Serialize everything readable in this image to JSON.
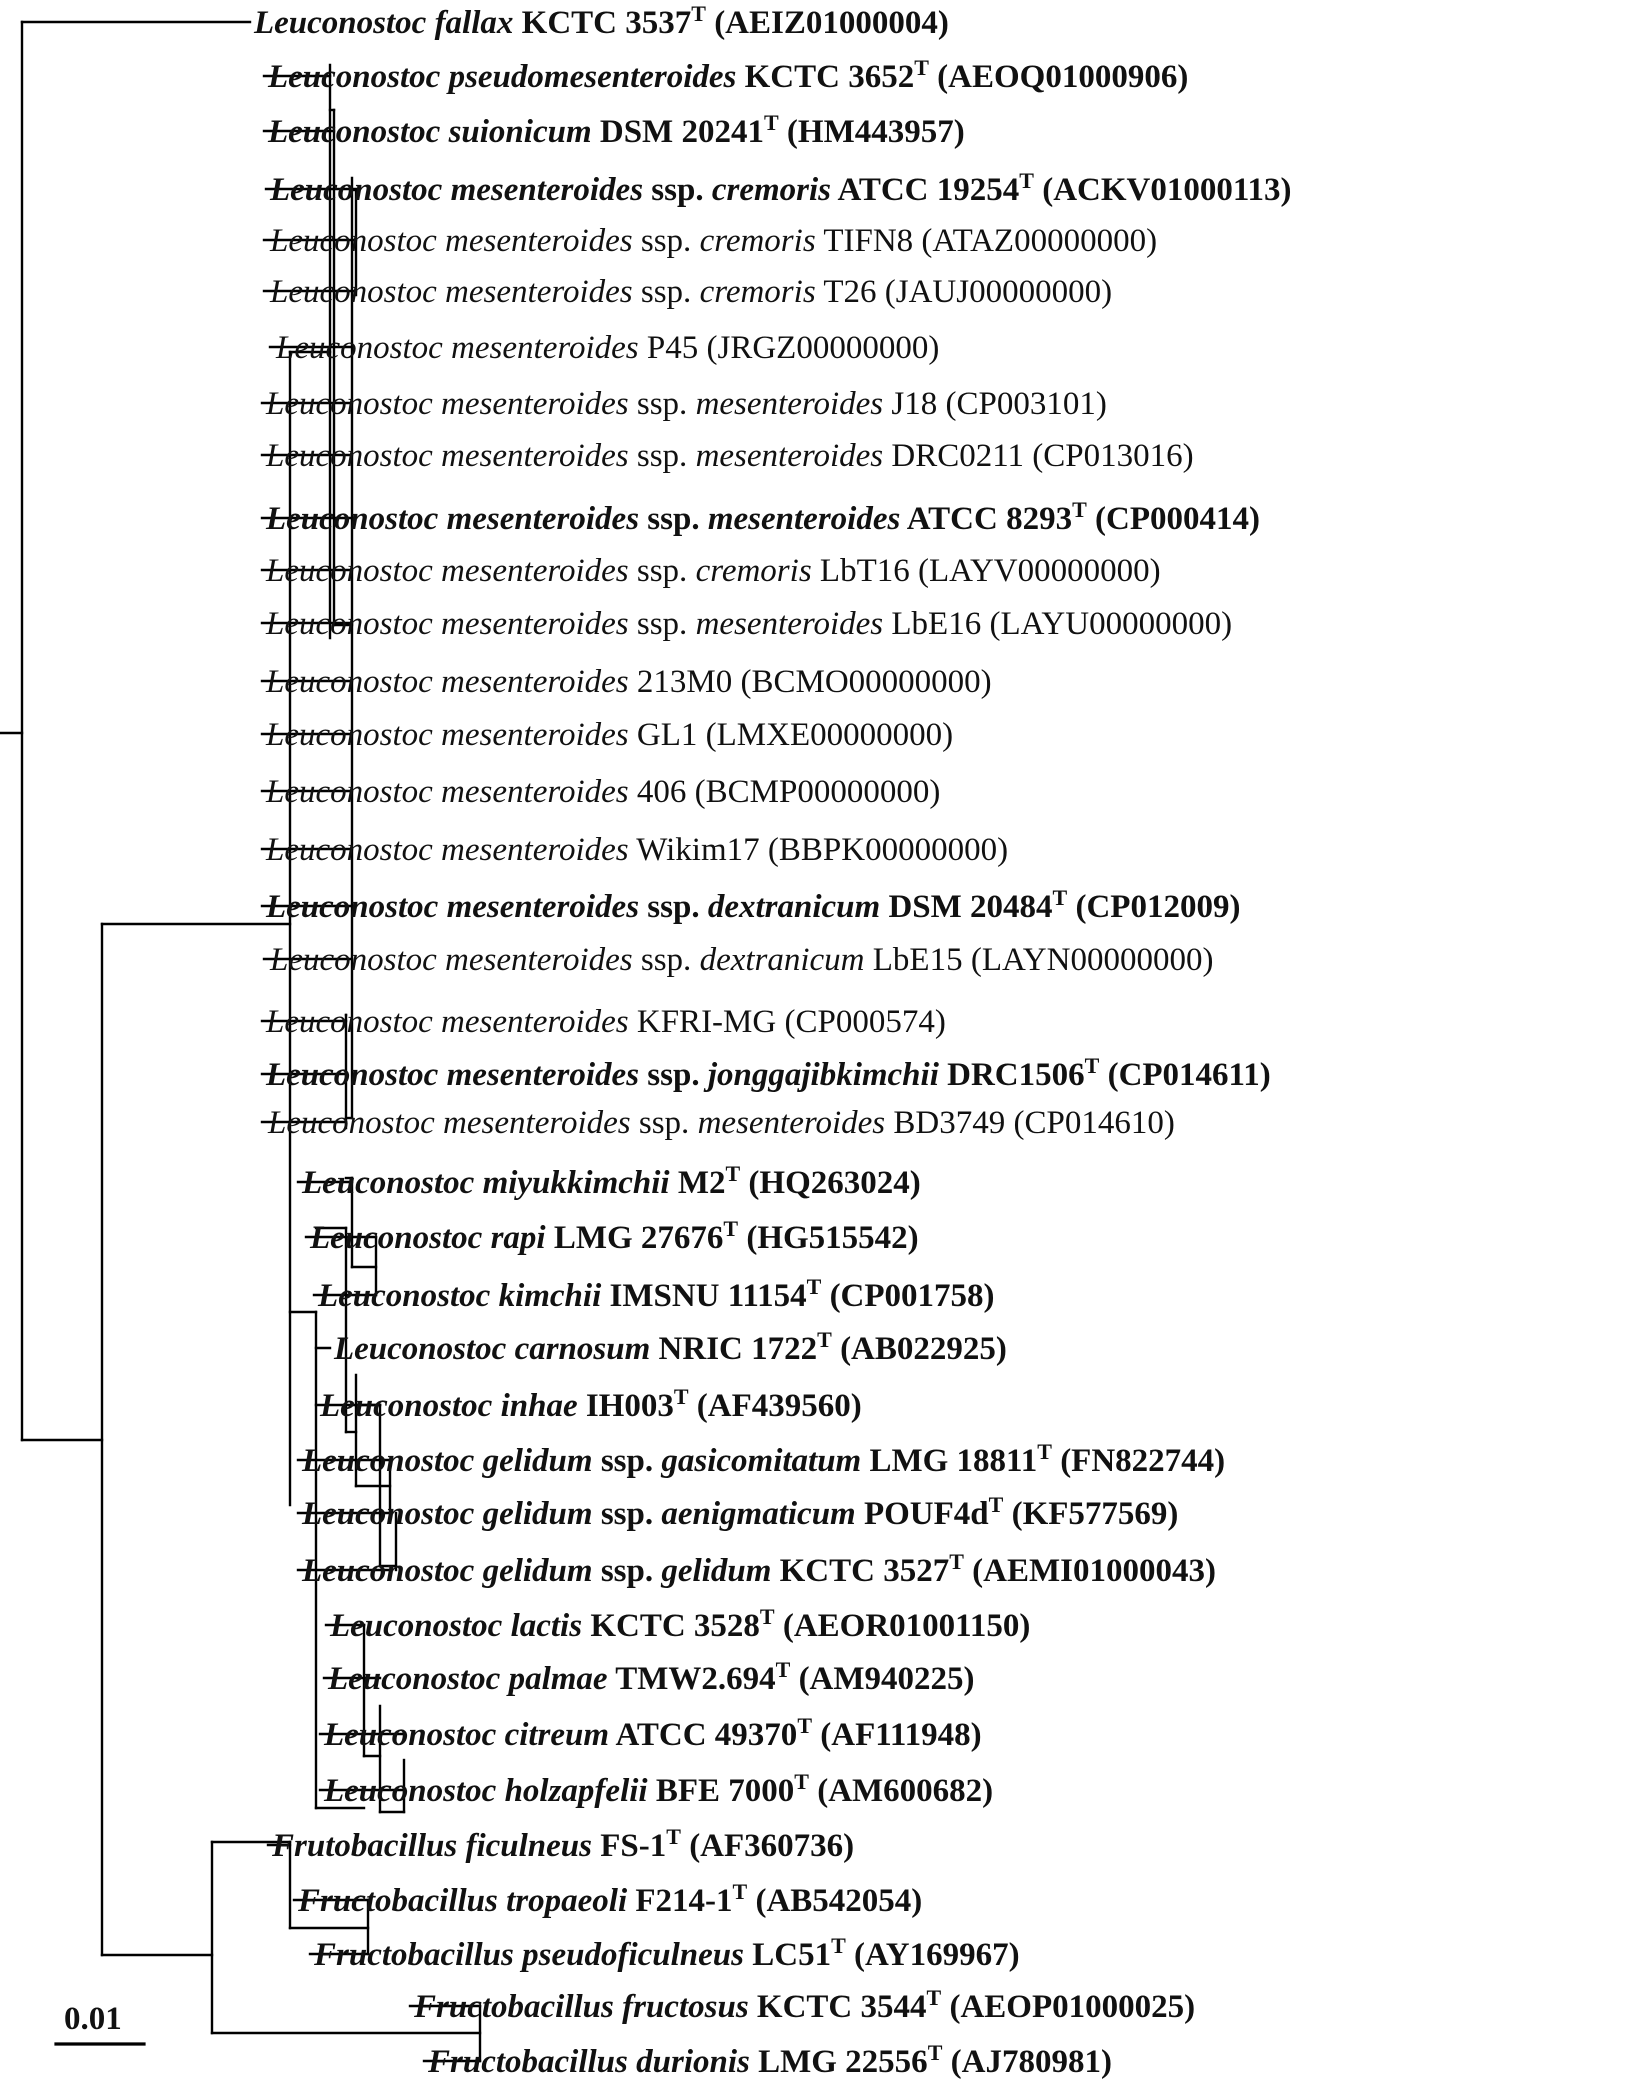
{
  "taxa": [
    {
      "name": "Leuconostoc fallax",
      "ssp": "",
      "strain": "KCTC 3537",
      "type": true,
      "acc": "(AEIZ01000004)"
    },
    {
      "name": "Leuconostoc pseudomesenteroides",
      "ssp": "",
      "strain": "KCTC 3652",
      "type": true,
      "acc": "(AEOQ01000906)"
    },
    {
      "name": "Leuconostoc suionicum",
      "ssp": "",
      "strain": "DSM 20241",
      "type": true,
      "acc": "(HM443957)"
    },
    {
      "name": "Leuconostoc mesenteroides",
      "ssp": "cremoris",
      "strain": "ATCC 19254",
      "type": true,
      "acc": "(ACKV01000113)"
    },
    {
      "name": "Leuconostoc mesenteroides",
      "ssp": "cremoris",
      "strain": "TIFN8",
      "type": false,
      "acc": "(ATAZ00000000)"
    },
    {
      "name": "Leuconostoc mesenteroides",
      "ssp": "cremoris",
      "strain": "T26",
      "type": false,
      "acc": "(JAUJ00000000)"
    },
    {
      "name": "Leuconostoc mesenteroides",
      "ssp": "",
      "strain": "P45",
      "type": false,
      "acc": "(JRGZ00000000)"
    },
    {
      "name": "Leuconostoc mesenteroides",
      "ssp": "mesenteroides",
      "strain": "J18",
      "type": false,
      "acc": "(CP003101)"
    },
    {
      "name": "Leuconostoc mesenteroides",
      "ssp": "mesenteroides",
      "strain": "DRC0211",
      "type": false,
      "acc": "(CP013016)"
    },
    {
      "name": "Leuconostoc mesenteroides",
      "ssp": "mesenteroides",
      "strain": "ATCC 8293",
      "type": true,
      "acc": "(CP000414)"
    },
    {
      "name": "Leuconostoc mesenteroides",
      "ssp": "cremoris",
      "strain": "LbT16",
      "type": false,
      "acc": "(LAYV00000000)"
    },
    {
      "name": "Leuconostoc mesenteroides",
      "ssp": "mesenteroides",
      "strain": "LbE16",
      "type": false,
      "acc": "(LAYU00000000)"
    },
    {
      "name": "Leuconostoc mesenteroides",
      "ssp": "",
      "strain": "213M0",
      "type": false,
      "acc": "(BCMO00000000)"
    },
    {
      "name": "Leuconostoc mesenteroides",
      "ssp": "",
      "strain": "GL1",
      "type": false,
      "acc": "(LMXE00000000)"
    },
    {
      "name": "Leuconostoc mesenteroides",
      "ssp": "",
      "strain": "406",
      "type": false,
      "acc": "(BCMP00000000)"
    },
    {
      "name": "Leuconostoc mesenteroides",
      "ssp": "",
      "strain": "Wikim17",
      "type": false,
      "acc": "(BBPK00000000)"
    },
    {
      "name": "Leuconostoc mesenteroides",
      "ssp": "dextranicum",
      "strain": "DSM 20484",
      "type": true,
      "acc": "(CP012009)"
    },
    {
      "name": "Leuconostoc mesenteroides",
      "ssp": "dextranicum",
      "strain": "LbE15",
      "type": false,
      "acc": "(LAYN00000000)"
    },
    {
      "name": "Leuconostoc mesenteroides",
      "ssp": "",
      "strain": "KFRI-MG",
      "type": false,
      "acc": "(CP000574)"
    },
    {
      "name": "Leuconostoc mesenteroides",
      "ssp": "jonggajibkimchii",
      "strain": "DRC1506",
      "type": true,
      "acc": "(CP014611)"
    },
    {
      "name": "Leuconostoc mesenteroides",
      "ssp": "mesenteroides",
      "strain": "BD3749",
      "type": false,
      "acc": "(CP014610)"
    },
    {
      "name": "Leuconostoc miyukkimchii",
      "ssp": "",
      "strain": "M2",
      "type": true,
      "acc": "(HQ263024)"
    },
    {
      "name": "Leuconostoc rapi",
      "ssp": "",
      "strain": "LMG 27676",
      "type": true,
      "acc": "(HG515542)"
    },
    {
      "name": "Leuconostoc kimchii",
      "ssp": "",
      "strain": "IMSNU 11154",
      "type": true,
      "acc": "(CP001758)"
    },
    {
      "name": "Leuconostoc carnosum",
      "ssp": "",
      "strain": "NRIC 1722",
      "type": true,
      "acc": "(AB022925)"
    },
    {
      "name": "Leuconostoc inhae",
      "ssp": "",
      "strain": "IH003",
      "type": true,
      "acc": "(AF439560)"
    },
    {
      "name": "Leuconostoc gelidum",
      "ssp": "gasicomitatum",
      "strain": "LMG 18811",
      "type": true,
      "acc": "(FN822744)"
    },
    {
      "name": "Leuconostoc gelidum",
      "ssp": "aenigmaticum",
      "strain": "POUF4d",
      "type": true,
      "acc": "(KF577569)"
    },
    {
      "name": "Leuconostoc gelidum",
      "ssp": "gelidum",
      "strain": "KCTC 3527",
      "type": true,
      "acc": "(AEMI01000043)"
    },
    {
      "name": "Leuconostoc lactis",
      "ssp": "",
      "strain": "KCTC 3528",
      "type": true,
      "acc": "(AEOR01001150)"
    },
    {
      "name": "Leuconostoc palmae",
      "ssp": "",
      "strain": "TMW2.694",
      "type": true,
      "acc": "(AM940225)"
    },
    {
      "name": "Leuconostoc citreum",
      "ssp": "",
      "strain": "ATCC 49370",
      "type": true,
      "acc": "(AF111948)"
    },
    {
      "name": "Leuconostoc holzapfelii",
      "ssp": "",
      "strain": "BFE 7000",
      "type": true,
      "acc": "(AM600682)"
    },
    {
      "name": "Frutobacillus ficulneus",
      "ssp": "",
      "strain": "FS-1",
      "type": true,
      "acc": "(AF360736)"
    },
    {
      "name": "Fructobacillus tropaeoli",
      "ssp": "",
      "strain": "F214-1",
      "type": true,
      "acc": "(AB542054)"
    },
    {
      "name": "Fructobacillus pseudoficulneus",
      "ssp": "",
      "strain": "LC51",
      "type": true,
      "acc": "(AY169967)"
    },
    {
      "name": "Fructobacillus fructosus",
      "ssp": "",
      "strain": "KCTC 3544",
      "type": true,
      "acc": "(AEOP01000025)"
    },
    {
      "name": "Fructobacillus durionis",
      "ssp": "",
      "strain": "LMG 22556",
      "type": true,
      "acc": "(AJ780981)"
    }
  ],
  "ssp_prefix": "ssp.",
  "type_marker": "T",
  "scale_bar": {
    "label": "0.01",
    "value": 0.01
  }
}
